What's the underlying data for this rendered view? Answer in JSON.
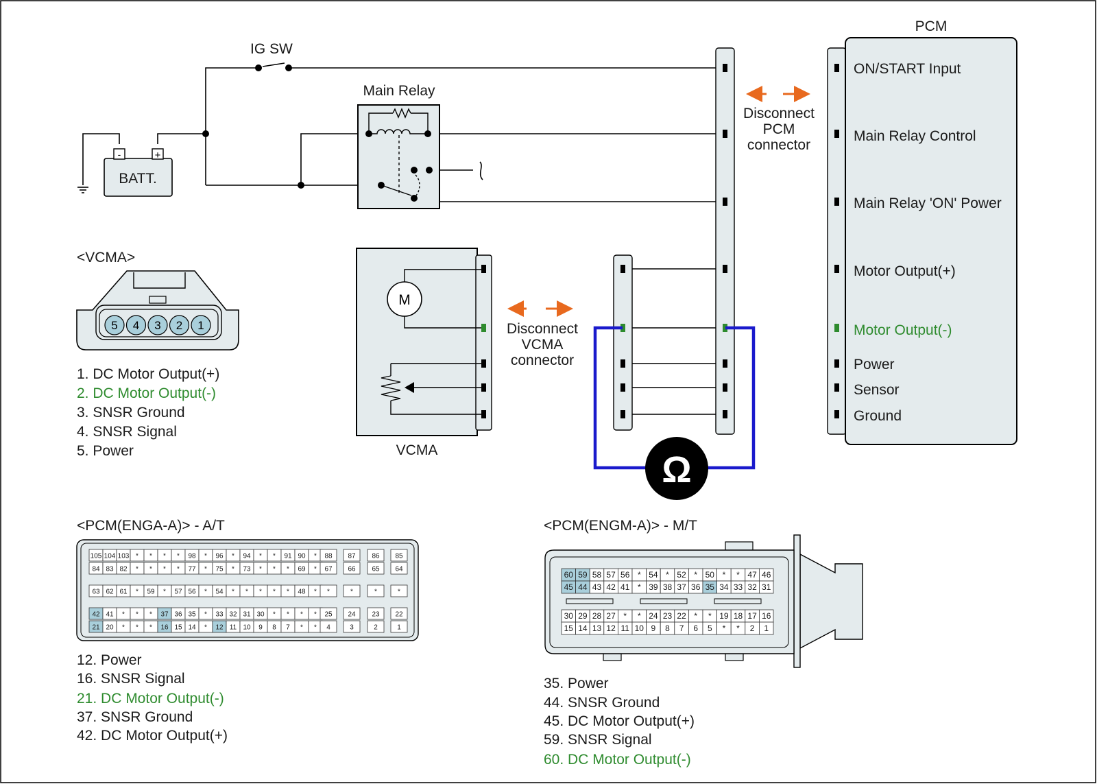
{
  "wiring": {
    "ig_sw": "IG SW",
    "main_relay": "Main Relay",
    "batt": "BATT.",
    "batt_minus": "-",
    "batt_plus": "+",
    "pcm_title": "PCM",
    "pcm_pins": [
      "ON/START Input",
      "Main Relay Control",
      "Main Relay 'ON' Power",
      "Motor Output(+)",
      "Motor Output(-)",
      "Power",
      "Sensor",
      "Ground"
    ],
    "disconnect_pcm": [
      "Disconnect",
      "PCM",
      "connector"
    ],
    "disconnect_vcma": [
      "Disconnect",
      "VCMA",
      "connector"
    ],
    "vcma_label": "VCMA",
    "motor": "M",
    "ohm": "Ω"
  },
  "vcma_connector": {
    "title": "<VCMA>",
    "pins": [
      "5",
      "4",
      "3",
      "2",
      "1"
    ],
    "legend": [
      "1. DC Motor Output(+)",
      "2. DC Motor Output(-)",
      "3. SNSR Ground",
      "4. SNSR Signal",
      "5. Power"
    ]
  },
  "pcm_at": {
    "title": "<PCM(ENGA-A)> - A/T",
    "rows": [
      [
        "105",
        "104",
        "103",
        "*",
        "*",
        "*",
        "*",
        "98",
        "*",
        "96",
        "*",
        "94",
        "*",
        "*",
        "91",
        "90",
        "*"
      ],
      [
        "84",
        "83",
        "82",
        "*",
        "*",
        "*",
        "*",
        "77",
        "*",
        "75",
        "*",
        "73",
        "*",
        "*",
        "*",
        "69",
        "*"
      ],
      [
        "63",
        "62",
        "61",
        "*",
        "59",
        "*",
        "57",
        "56",
        "*",
        "54",
        "*",
        "*",
        "*",
        "*",
        "*",
        "48",
        "*"
      ],
      [
        "42",
        "41",
        "*",
        "*",
        "*",
        "37",
        "36",
        "35",
        "*",
        "33",
        "32",
        "31",
        "30",
        "*",
        "*",
        "*",
        "*"
      ],
      [
        "21",
        "20",
        "*",
        "*",
        "*",
        "16",
        "15",
        "14",
        "*",
        "12",
        "11",
        "10",
        "9",
        "8",
        "7",
        "*",
        "*"
      ]
    ],
    "right_rows": [
      [
        "88",
        "87",
        "86",
        "85"
      ],
      [
        "67",
        "66",
        "65",
        "64"
      ],
      [
        "*",
        "*",
        "*",
        "*"
      ],
      [
        "25",
        "24",
        "23",
        "22"
      ],
      [
        "4",
        "3",
        "2",
        "1"
      ]
    ],
    "highlighted": [
      "42",
      "21",
      "37",
      "16",
      "12"
    ],
    "legend": [
      "12. Power",
      "16. SNSR Signal",
      "21. DC Motor Output(-)",
      "37. SNSR Ground",
      "42. DC Motor Output(+)"
    ]
  },
  "pcm_mt": {
    "title": "<PCM(ENGM-A)> - M/T",
    "rows": [
      [
        "60",
        "59",
        "58",
        "57",
        "56",
        "*",
        "54",
        "*",
        "52",
        "*",
        "50",
        "*",
        "*",
        "47",
        "46"
      ],
      [
        "45",
        "44",
        "43",
        "42",
        "41",
        "*",
        "39",
        "38",
        "37",
        "36",
        "35",
        "34",
        "33",
        "32",
        "31"
      ],
      [
        "30",
        "29",
        "28",
        "27",
        "*",
        "*",
        "24",
        "23",
        "22",
        "*",
        "*",
        "19",
        "18",
        "17",
        "16"
      ],
      [
        "15",
        "14",
        "13",
        "12",
        "11",
        "10",
        "9",
        "8",
        "7",
        "6",
        "5",
        "*",
        "*",
        "2",
        "1"
      ]
    ],
    "highlighted": [
      "60",
      "59",
      "45",
      "44",
      "35"
    ],
    "legend": [
      "35. Power",
      "44. SNSR Ground",
      "45. DC Motor Output(+)",
      "59. SNSR Signal",
      "60. DC Motor Output(-)"
    ]
  },
  "colors": {
    "green": "#2e8b2e",
    "blue_wire": "#1a1acc",
    "orange_arrow": "#e8691e",
    "connector_fill": "#e4ebed",
    "pin_highlight": "#a9cfdb"
  }
}
